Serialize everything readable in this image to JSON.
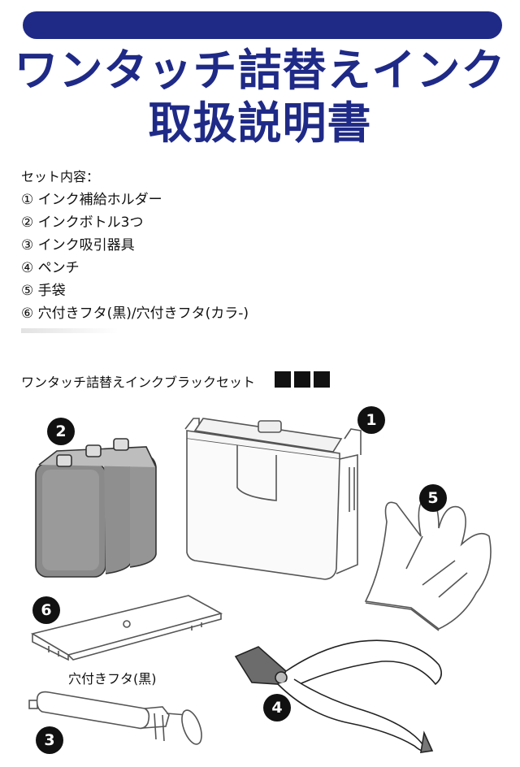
{
  "title": {
    "line1": "ワンタッチ詰替えインク",
    "line2": "取扱説明書"
  },
  "contents": {
    "heading": "セット内容：",
    "items": [
      "① インク補給ホルダー",
      "② インクボトル3つ",
      "③ インク吸引器具",
      "④ ペンチ",
      "⑤ 手袋",
      "⑥ 穴付きフタ(黒)/穴付きフタ(カラ-)"
    ]
  },
  "set": {
    "title": "ワンタッチ詰替えインクブラックセット"
  },
  "badges": [
    "1",
    "2",
    "3",
    "4",
    "5",
    "6"
  ],
  "caption": "穴付きフタ(黒)",
  "colors": {
    "accent": "#1f2a87",
    "line": "#555555"
  }
}
